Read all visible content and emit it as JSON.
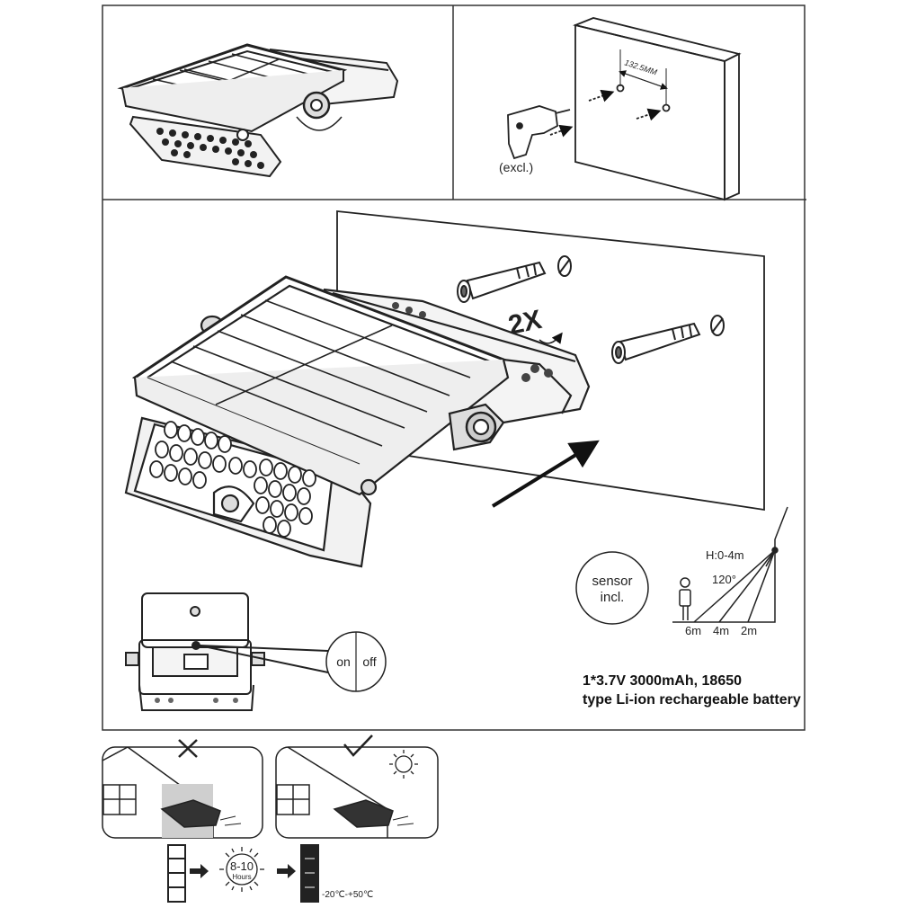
{
  "panel_drill": {
    "label": "(excl.)",
    "distance": "132.5MM"
  },
  "panel_mount": {
    "screw_count": "2X",
    "sensor_badge_line1": "sensor",
    "sensor_badge_line2": "incl.",
    "detection_height": "H:0-4m",
    "detection_angle": "120°",
    "distance_6": "6m",
    "distance_4": "4m",
    "distance_2": "2m",
    "switch_on": "on",
    "switch_off": "off",
    "battery_line1": "1*3.7V 3000mAh, 18650",
    "battery_line2": "type Li-ion rechargeable battery"
  },
  "charging": {
    "duration_value": "8-10",
    "duration_unit": "Hours",
    "temperature_range": "-20℃-+50℃"
  }
}
